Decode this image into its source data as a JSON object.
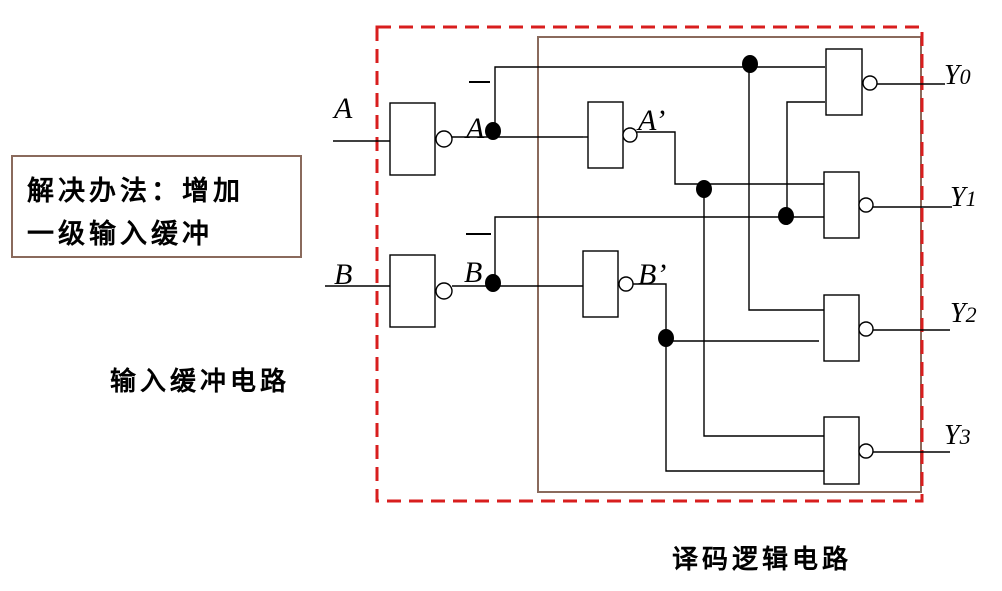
{
  "note": {
    "line1": "解决办法：增加",
    "line2": "一级输入缓冲"
  },
  "captions": {
    "input_buffer": "输入缓冲电路",
    "decode_logic": "译码逻辑电路"
  },
  "inputs": {
    "a": "A",
    "b": "B",
    "a_bar": "A",
    "b_bar": "B",
    "a_prime": "A’",
    "b_prime": "B’"
  },
  "outputs": [
    {
      "name": "Y",
      "sub": "0"
    },
    {
      "name": "Y",
      "sub": "1"
    },
    {
      "name": "Y",
      "sub": "2"
    },
    {
      "name": "Y",
      "sub": "3"
    }
  ],
  "colors": {
    "input_buffer_border": "#d81e1e",
    "decoder_border": "#8a6a5c",
    "wire": "#000000"
  }
}
